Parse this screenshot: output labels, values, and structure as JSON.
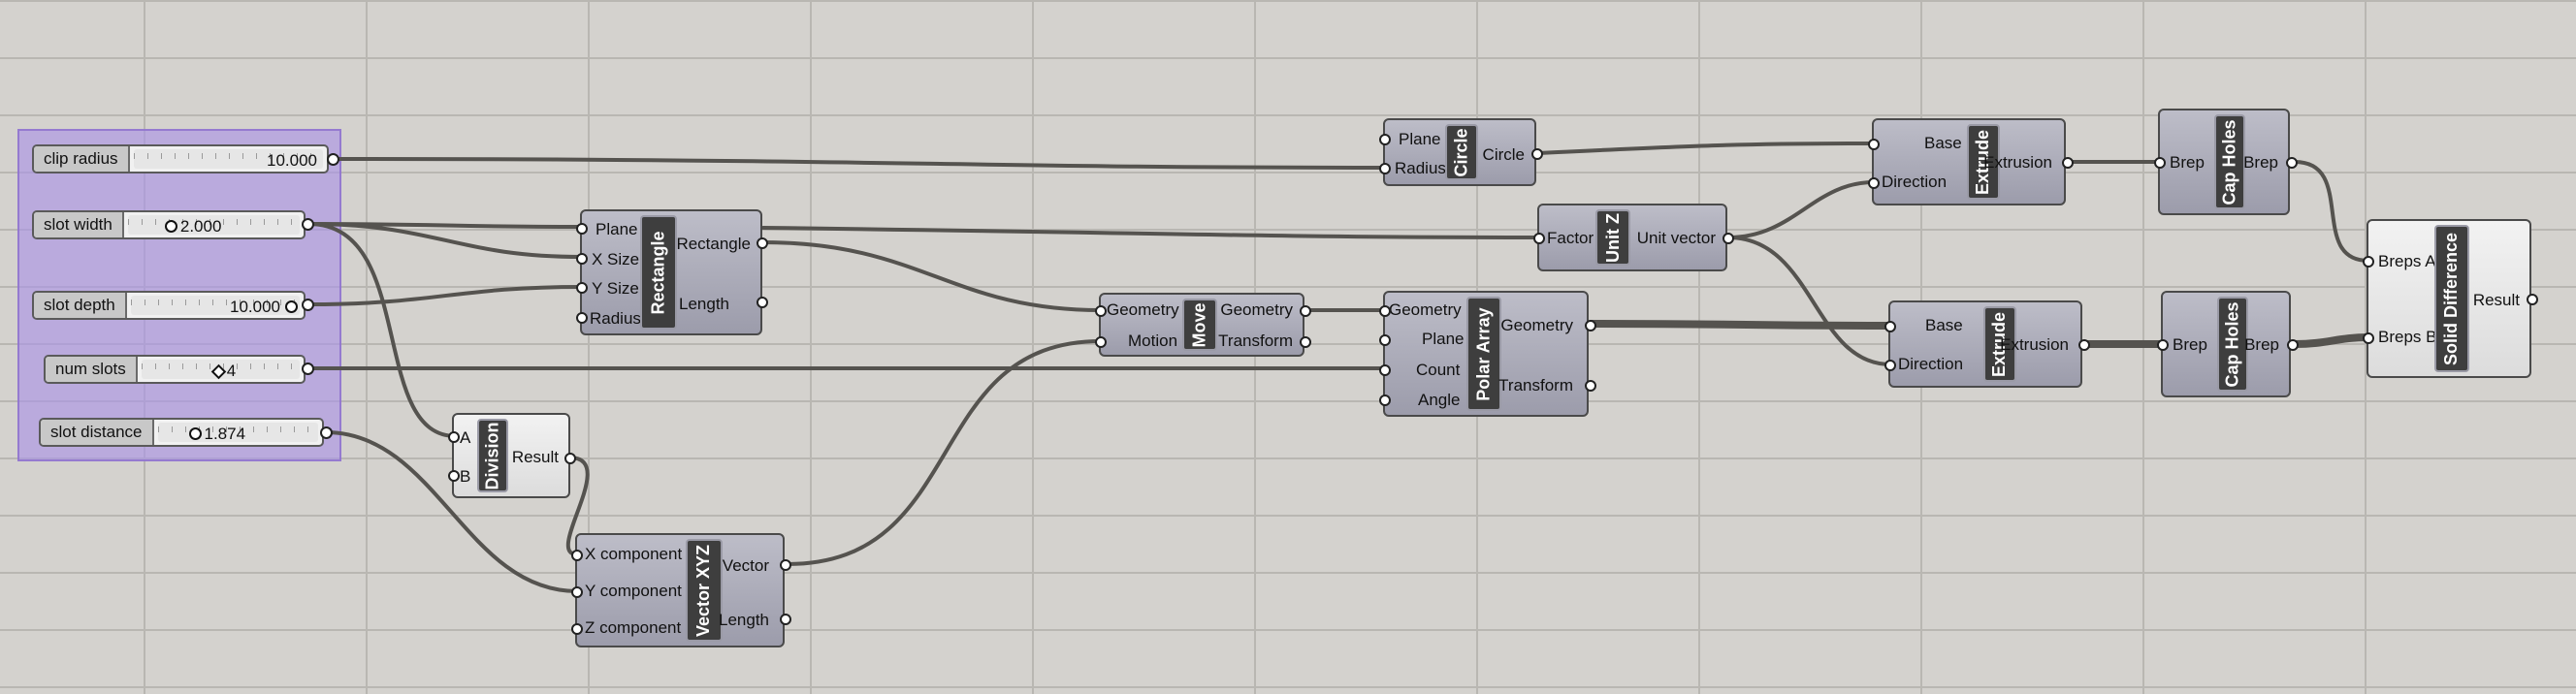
{
  "sliders": [
    {
      "id": "clip-radius",
      "label": "clip radius",
      "value": "10.000",
      "knob": "circle"
    },
    {
      "id": "slot-width",
      "label": "slot width",
      "value": "2.000",
      "knob": "circle"
    },
    {
      "id": "slot-depth",
      "label": "slot depth",
      "value": "10.000",
      "knob": "circle"
    },
    {
      "id": "num-slots",
      "label": "num slots",
      "value": "4",
      "knob": "diamond"
    },
    {
      "id": "slot-distance",
      "label": "slot distance",
      "value": "1.874",
      "knob": "circle"
    }
  ],
  "components": {
    "circle": {
      "nick": "Circle",
      "inputs": [
        "Plane",
        "Radius"
      ],
      "outputs": [
        "Circle"
      ]
    },
    "rectangle": {
      "nick": "Rectangle",
      "inputs": [
        "Plane",
        "X Size",
        "Y Size",
        "Radius"
      ],
      "outputs": [
        "Rectangle",
        "Length"
      ]
    },
    "division": {
      "nick": "Division",
      "inputs": [
        "A",
        "B"
      ],
      "outputs": [
        "Result"
      ]
    },
    "vector_xyz": {
      "nick": "Vector XYZ",
      "inputs": [
        "X component",
        "Y component",
        "Z component"
      ],
      "outputs": [
        "Vector",
        "Length"
      ]
    },
    "move": {
      "nick": "Move",
      "inputs": [
        "Geometry",
        "Motion"
      ],
      "outputs": [
        "Geometry",
        "Transform"
      ]
    },
    "unit_z": {
      "nick": "Unit Z",
      "inputs": [
        "Factor"
      ],
      "outputs": [
        "Unit vector"
      ]
    },
    "polar_array": {
      "nick": "Polar Array",
      "inputs": [
        "Geometry",
        "Plane",
        "Count",
        "Angle"
      ],
      "outputs": [
        "Geometry",
        "Transform"
      ]
    },
    "extrude1": {
      "nick": "Extrude",
      "inputs": [
        "Base",
        "Direction"
      ],
      "outputs": [
        "Extrusion"
      ]
    },
    "extrude2": {
      "nick": "Extrude",
      "inputs": [
        "Base",
        "Direction"
      ],
      "outputs": [
        "Extrusion"
      ]
    },
    "cap1": {
      "nick": "Cap Holes",
      "inputs": [
        "Brep"
      ],
      "outputs": [
        "Brep"
      ]
    },
    "cap2": {
      "nick": "Cap Holes",
      "inputs": [
        "Brep"
      ],
      "outputs": [
        "Brep"
      ]
    },
    "solid_diff": {
      "nick": "Solid Difference",
      "inputs": [
        "Breps A",
        "Breps B"
      ],
      "outputs": [
        "Result"
      ]
    }
  }
}
